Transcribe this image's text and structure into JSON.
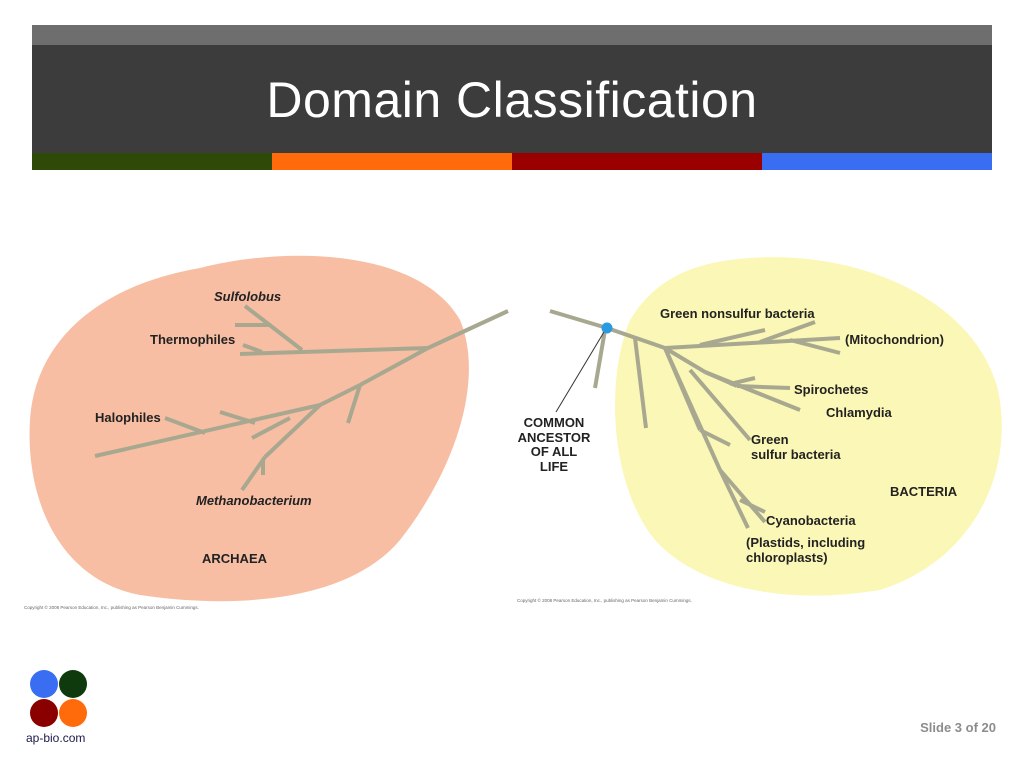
{
  "slide": {
    "title": "Domain Classification",
    "slide_number": "Slide 3 of 20",
    "logo_text": "ap-bio.com"
  },
  "colors": {
    "title_bar": "#3c3c3c",
    "top_bar": "#6e6e6e",
    "stripe_green": "#2e4a06",
    "stripe_orange": "#ff6a0a",
    "stripe_red": "#9a0000",
    "stripe_blue": "#3a6ef2",
    "archaea_blob": "#f7bea3",
    "bacteria_blob": "#fbf7b6",
    "branch": "#a8a890",
    "ancestor_dot": "#2a9be0"
  },
  "diagram": {
    "archaea": {
      "domain_label": "ARCHAEA",
      "labels": [
        "Sulfolobus",
        "Thermophiles",
        "Halophiles",
        "Methanobacterium"
      ]
    },
    "bacteria": {
      "domain_label": "BACTERIA",
      "labels": [
        "Green nonsulfur bacteria",
        "(Mitochondrion)",
        "Spirochetes",
        "Chlamydia",
        "Green",
        "sulfur bacteria",
        "Cyanobacteria",
        "(Plastids, including",
        "chloroplasts)"
      ]
    },
    "ancestor": {
      "lines": [
        "COMMON",
        "ANCESTOR",
        "OF ALL",
        "LIFE"
      ]
    },
    "copyright_left": "Copyright © 2008 Pearson Education, Inc., publishing as Pearson Benjamin Cummings.",
    "copyright_right": "Copyright © 2008 Pearson Education, Inc., publishing as Pearson Benjamin Cummings."
  }
}
